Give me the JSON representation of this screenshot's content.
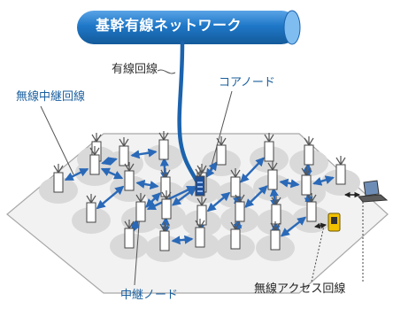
{
  "labels": {
    "backbone": "基幹有線ネットワーク",
    "wired_line": "有線回線",
    "core_node": "コアノード",
    "wireless_relay_line": "無線中継回線",
    "relay_node": "中継ノード",
    "wireless_access_line": "無線アクセス回線"
  },
  "colors": {
    "backbone_fill": "#1f78c8",
    "backbone_cable": "#1c63ad",
    "relay_arrow": "#2a69b8",
    "label_blue": "#1a5f9e",
    "coverage_cell": "#d9d9d9",
    "hexagon_fill": "#f2f2f2",
    "hexagon_border": "#a8a8a8",
    "node_body": "#ffffff",
    "core_node_body": "#1e4f99",
    "access_terminal": "#f2c200"
  },
  "icons": {
    "node": "relay-node-antenna-icon",
    "core": "core-node-antenna-icon",
    "terminal_phone": "mobile-terminal-icon",
    "terminal_laptop": "laptop-terminal-icon"
  }
}
